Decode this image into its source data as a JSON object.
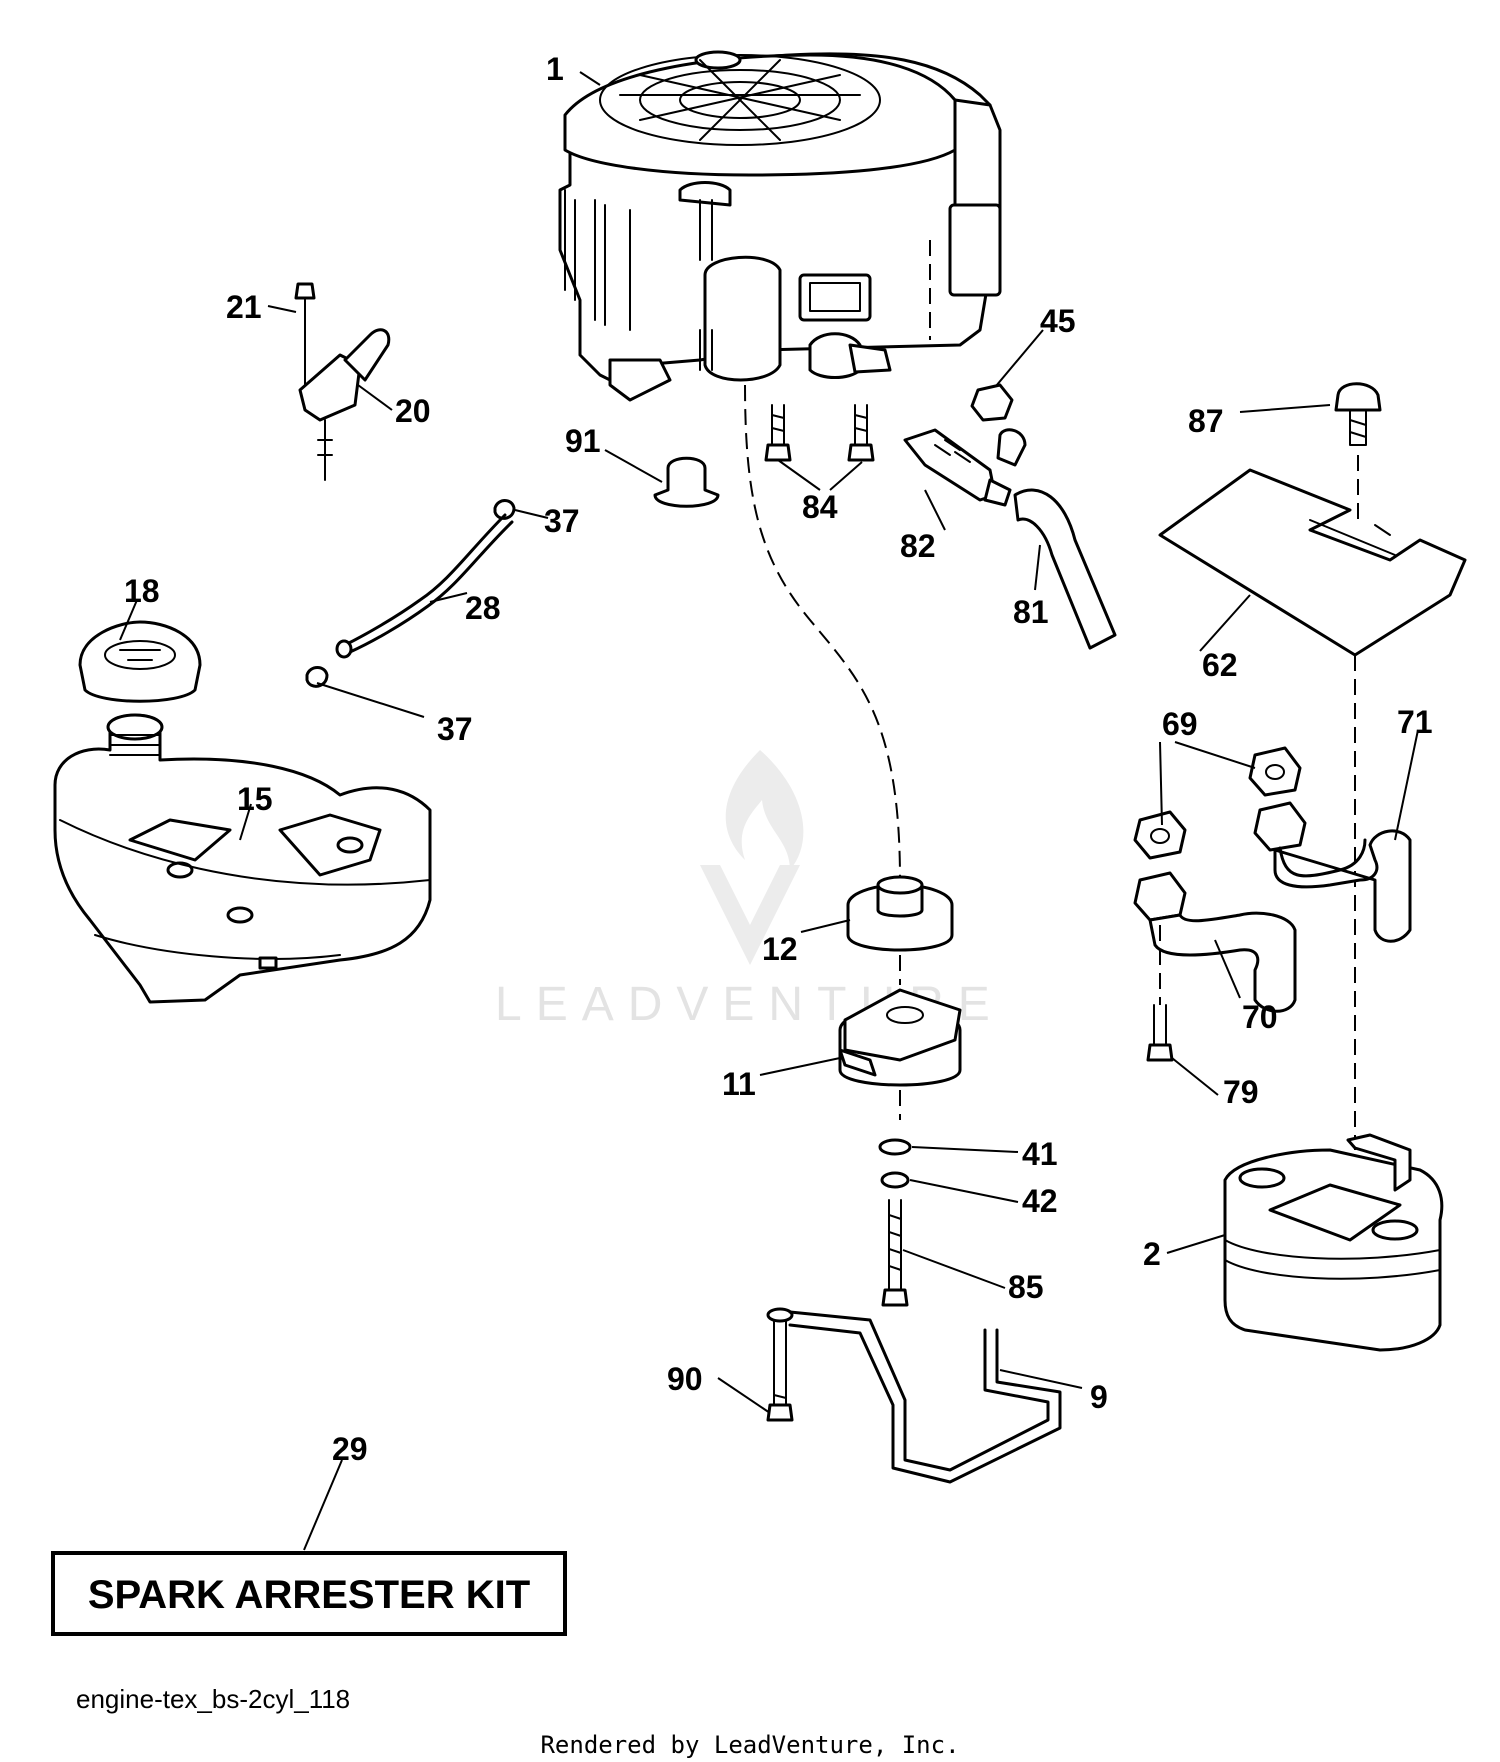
{
  "diagram": {
    "part_labels": [
      "1",
      "21",
      "20",
      "45",
      "87",
      "91",
      "84",
      "82",
      "37",
      "28",
      "81",
      "62",
      "18",
      "37",
      "69",
      "71",
      "15",
      "12",
      "70",
      "11",
      "79",
      "41",
      "42",
      "2",
      "85",
      "90",
      "9",
      "29"
    ],
    "kit_label": "SPARK ARRESTER KIT",
    "diagram_id": "engine-tex_bs-2cyl_118",
    "rendered_by": "Rendered by LeadVenture, Inc.",
    "watermark": "LEADVENTURE"
  }
}
